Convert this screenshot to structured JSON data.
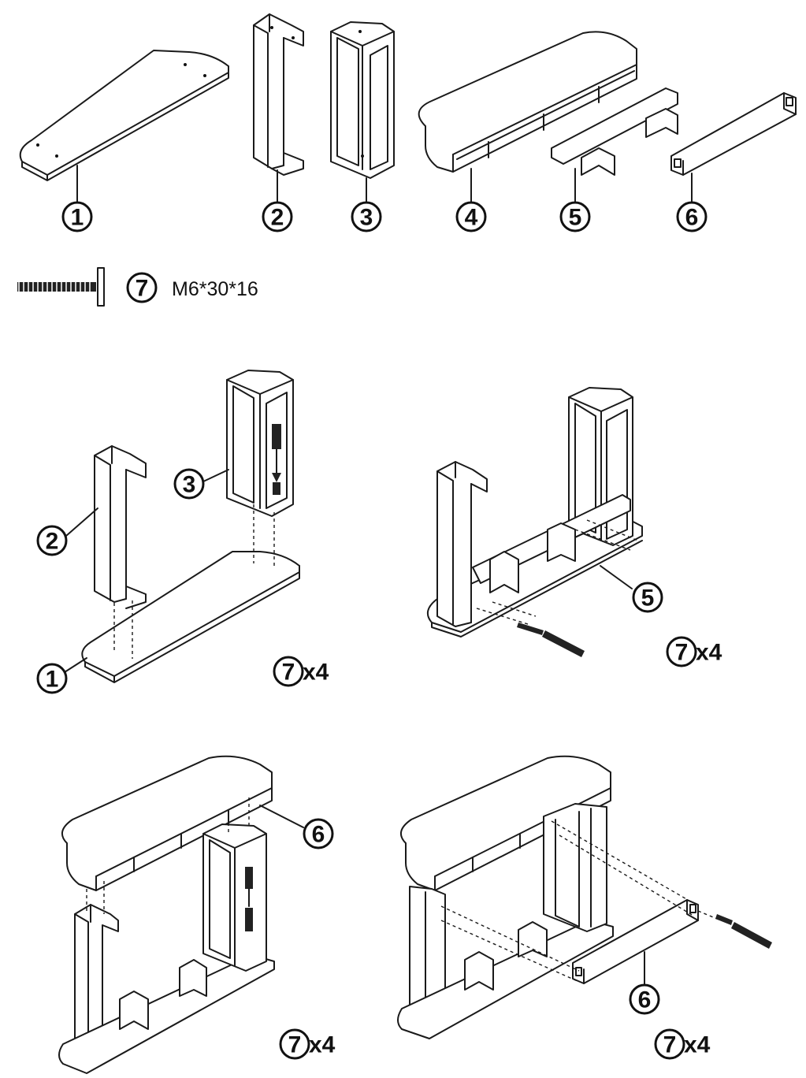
{
  "parts": [
    {
      "label": "1"
    },
    {
      "label": "2"
    },
    {
      "label": "3"
    },
    {
      "label": "4"
    },
    {
      "label": "5"
    },
    {
      "label": "6"
    }
  ],
  "hardware": {
    "label": "7",
    "spec": "M6*30*16"
  },
  "steps": [
    {
      "callouts": [
        "2",
        "3",
        "1"
      ],
      "qty_label": "7",
      "qty_text": "x4"
    },
    {
      "callouts": [
        "5"
      ],
      "qty_label": "7",
      "qty_text": "x4"
    },
    {
      "callouts": [
        "6"
      ],
      "qty_label": "7",
      "qty_text": "x4"
    },
    {
      "callouts": [
        "6"
      ],
      "qty_label": "7",
      "qty_text": "x4"
    }
  ]
}
